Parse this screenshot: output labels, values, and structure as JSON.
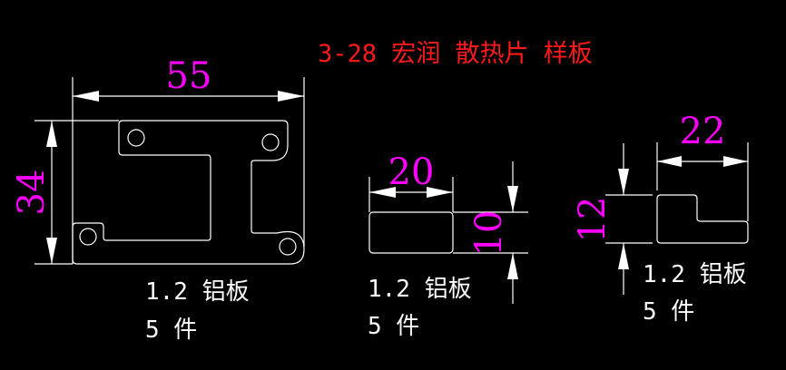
{
  "title": "3-28 宏润 散热片 样板",
  "colors": {
    "background": "#000000",
    "dimension_text": "#ff00ff",
    "title": "#ff1a1a",
    "lines": "#ffffff"
  },
  "parts": [
    {
      "width_dim": "55",
      "height_dim": "34",
      "material": "1.2 铝板",
      "quantity": "5 件"
    },
    {
      "width_dim": "20",
      "height_dim": "10",
      "material": "1.2 铝板",
      "quantity": "5 件"
    },
    {
      "width_dim": "22",
      "height_dim": "12",
      "material": "1.2 铝板",
      "quantity": "5 件"
    }
  ]
}
